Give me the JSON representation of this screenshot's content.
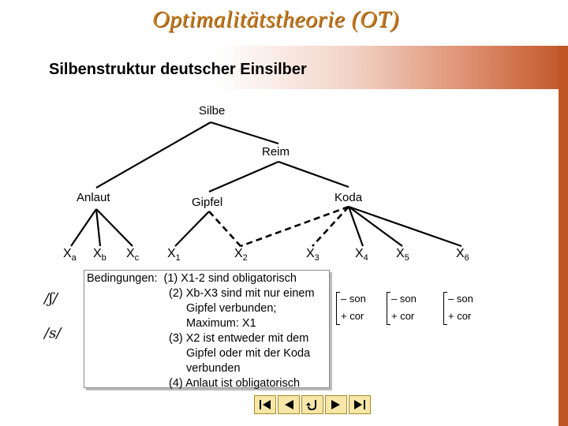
{
  "header": {
    "logo_text": "Optimalitätstheorie (OT)"
  },
  "slide": {
    "title": "Silbenstruktur deutscher Einsilber"
  },
  "tree": {
    "nodes": {
      "silbe": "Silbe",
      "reim": "Reim",
      "anlaut": "Anlaut",
      "gipfel": "Gipfel",
      "koda": "Koda"
    },
    "slots": [
      {
        "base": "X",
        "sub": "a"
      },
      {
        "base": "X",
        "sub": "b"
      },
      {
        "base": "X",
        "sub": "c"
      },
      {
        "base": "X",
        "sub": "1"
      },
      {
        "base": "X",
        "sub": "2"
      },
      {
        "base": "X",
        "sub": "3"
      },
      {
        "base": "X",
        "sub": "4"
      },
      {
        "base": "X",
        "sub": "5"
      },
      {
        "base": "X",
        "sub": "6"
      }
    ]
  },
  "conditions": {
    "heading": "Bedingungen:",
    "lines": [
      "(1) X1-2 sind obligatorisch",
      "(2) Xb-X3 sind mit nur einem",
      "Gipfel verbunden;",
      "Maximum: X1",
      "(3) X2 ist entweder mit dem",
      "Gipfel oder mit der Koda",
      "verbunden",
      "(4) Anlaut ist obligatorisch"
    ]
  },
  "features": {
    "minus_son": "– son",
    "plus_cor": "+ cor"
  },
  "segments": {
    "s1": "/ʃ/",
    "s2": "/s/"
  },
  "nav": [
    "first-icon",
    "back-icon",
    "return-icon",
    "next-icon",
    "last-icon"
  ]
}
